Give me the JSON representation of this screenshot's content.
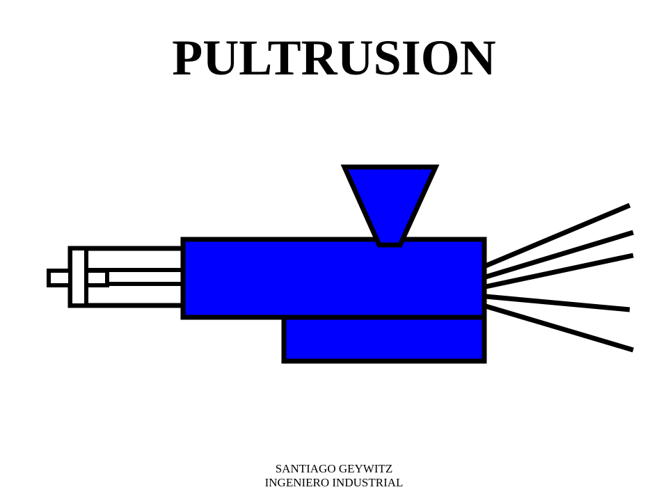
{
  "title": "PULTRUSION",
  "footer": {
    "line1": "SANTIAGO GEYWITZ",
    "line2": "INGENIERO INDUSTRIAL"
  },
  "colors": {
    "machine_fill": "#0000ff",
    "outline": "#000000",
    "background": "#ffffff"
  }
}
